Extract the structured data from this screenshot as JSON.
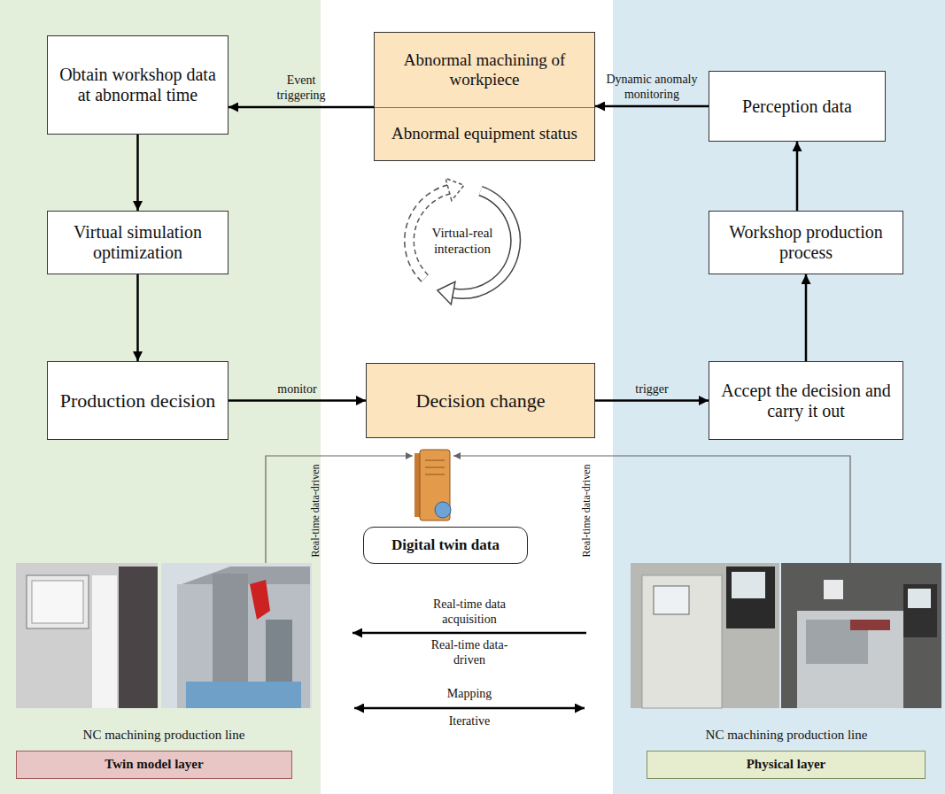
{
  "diagram": {
    "nodes": [
      {
        "text": [
          "Obtain workshop data at abnormal time"
        ]
      },
      {
        "text": [
          "Abnormal machining of workpiece",
          "Abnormal equipment status"
        ]
      },
      {
        "text": [
          "Perception data"
        ]
      },
      {
        "text": [
          "Virtual simulation optimization"
        ]
      },
      {
        "text": [
          "Workshop production process"
        ]
      },
      {
        "text": [
          "Production decision"
        ]
      },
      {
        "text": [
          "Decision change"
        ]
      },
      {
        "text": [
          "Accept the decision and carry it out"
        ]
      },
      {
        "text": [
          "Digital twin data"
        ]
      },
      {
        "text": [
          "Twin model layer"
        ]
      },
      {
        "text": [
          "Physical layer"
        ]
      }
    ],
    "edges": [
      {
        "from": 2,
        "to": 1,
        "label": "Dynamic anomaly monitoring",
        "arrow": "to"
      },
      {
        "from": 1,
        "to": 0,
        "label": "Event triggering",
        "arrow": "to"
      },
      {
        "from": 0,
        "to": 3,
        "arrow": "to"
      },
      {
        "from": 3,
        "to": 5,
        "arrow": "to"
      },
      {
        "from": 5,
        "to": 6,
        "label": "monitor",
        "arrow": "to"
      },
      {
        "from": 6,
        "to": 7,
        "label": "trigger",
        "arrow": "to"
      },
      {
        "from": 7,
        "to": 4,
        "arrow": "to"
      },
      {
        "from": 4,
        "to": 2,
        "arrow": "to"
      }
    ],
    "labels": [
      "Virtual-real interaction",
      "Real-time data-driven",
      "Real-time data-driven",
      "Real-time data acquisition",
      "Real-time data-driven",
      "Mapping",
      "Iterative",
      "NC machining production line",
      "NC machining production line"
    ]
  }
}
